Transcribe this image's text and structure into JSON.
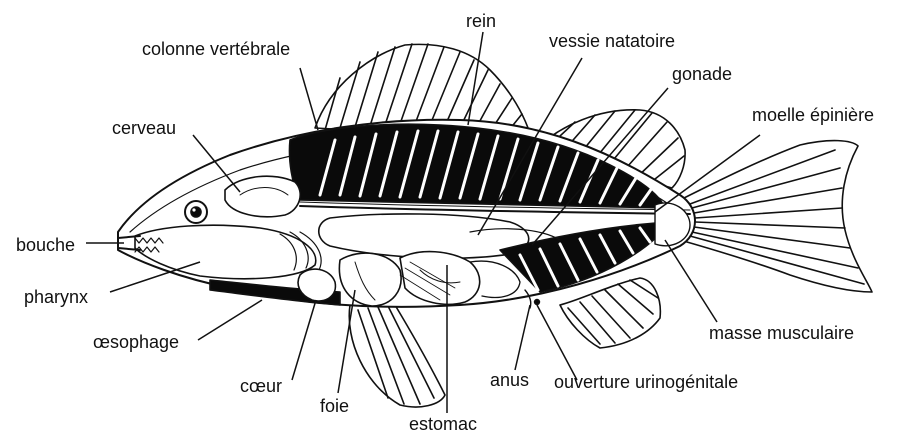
{
  "labels": {
    "rein": "rein",
    "colonne": "colonne vertébrale",
    "vessie": "vessie natatoire",
    "gonade": "gonade",
    "moelle": "moelle épinière",
    "cerveau": "cerveau",
    "bouche": "bouche",
    "pharynx": "pharynx",
    "oesophage": "œsophage",
    "coeur": "cœur",
    "foie": "foie",
    "estomac": "estomac",
    "anus": "anus",
    "ouverture": "ouverture urinogénitale",
    "masse": "masse musculaire"
  },
  "colors": {
    "ink": "#111111",
    "paper": "#ffffff",
    "fill": "#0a0a0a"
  }
}
